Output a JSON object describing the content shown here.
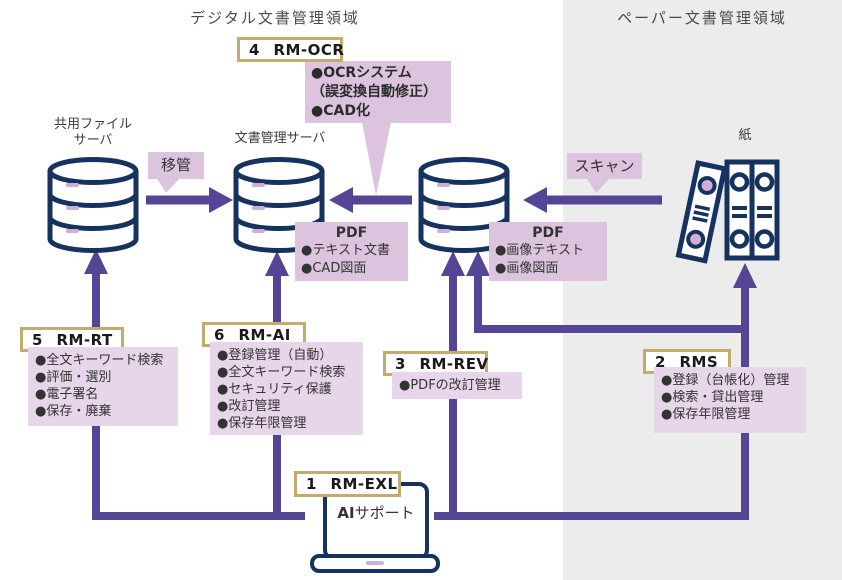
{
  "area_titles": {
    "digital": "デジタル文書管理領域",
    "paper": "ペーパー文書管理領域"
  },
  "nodes": {
    "shared_file_server": {
      "line1": "共用ファイル",
      "line2": "サーバ"
    },
    "document_server": {
      "label": "文書管理サーバ"
    },
    "paper": {
      "label": "紙"
    },
    "ai_support": {
      "bold": "AI",
      "rest": "サポート"
    }
  },
  "flow_labels": {
    "transfer": "移管",
    "scan": "スキャン"
  },
  "callouts": {
    "ocr": {
      "lines": [
        "●OCRシステム",
        "（誤変換自動修正）",
        "●CAD化"
      ]
    },
    "pdf_text": {
      "title": "PDF",
      "items": [
        "●テキスト文書",
        "●CAD図面"
      ]
    },
    "pdf_image": {
      "title": "PDF",
      "items": [
        "●画像テキスト",
        "●画像図面"
      ]
    }
  },
  "modules": {
    "rm_ocr": {
      "number": "4",
      "name": "RM-OCR"
    },
    "rm_rt": {
      "number": "5",
      "name": "RM-RT",
      "items": [
        "●全文キーワード検索",
        "●評価・選別",
        "●電子署名",
        "●保存・廃棄"
      ]
    },
    "rm_ai": {
      "number": "6",
      "name": "RM-AI",
      "items": [
        "●登録管理（自動）",
        "●全文キーワード検索",
        "●セキュリティ保護",
        "●改訂管理",
        "●保存年限管理"
      ]
    },
    "rm_rev": {
      "number": "3",
      "name": "RM-REV",
      "items": [
        "●PDFの改訂管理"
      ]
    },
    "rms": {
      "number": "2",
      "name": "RMS",
      "items": [
        "●登録（台帳化）管理",
        "●検索・貸出管理",
        "●保存年限管理"
      ]
    },
    "rm_exl": {
      "number": "1",
      "name": "RM-EXL"
    }
  },
  "colors": {
    "arrow_purple": "#564495",
    "callout_purple": "#dcc3de",
    "panel_purple": "#e7d5e9",
    "navy_outline": "#16325f",
    "tan_border": "#c3ac6b",
    "paper_area_bg": "#ececec",
    "accent_dash": "#cfaed6"
  }
}
